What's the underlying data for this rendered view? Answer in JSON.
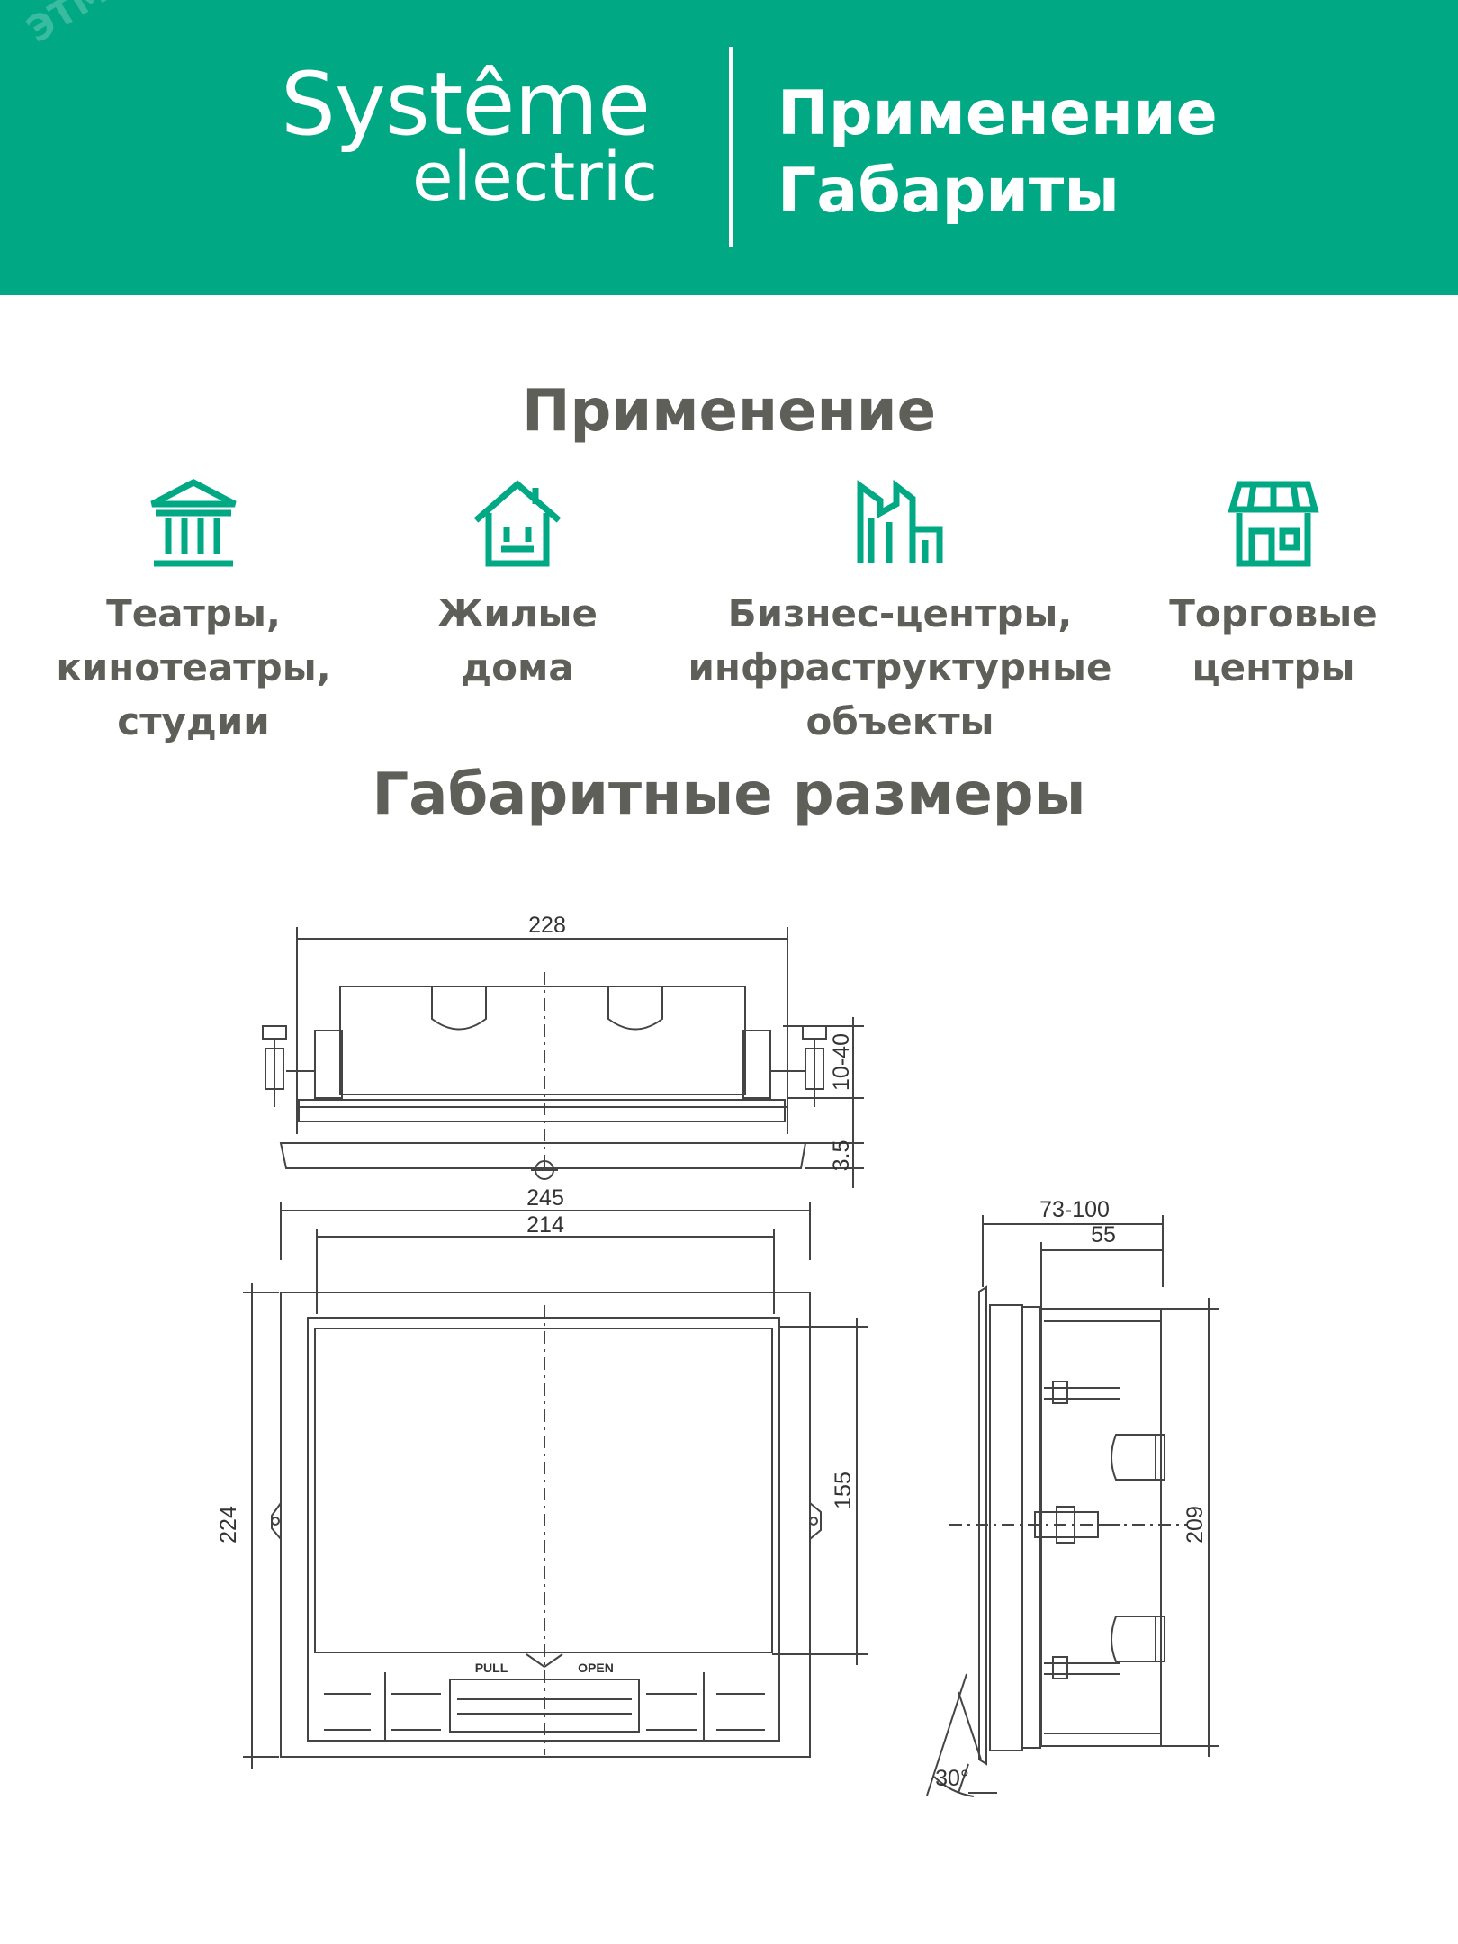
{
  "header": {
    "watermark": "ЭТМ",
    "brand_line1": "Systême",
    "brand_line2": "electric",
    "title_line1": "Применение",
    "title_line2": "Габариты"
  },
  "applications": {
    "title": "Применение",
    "items": [
      {
        "icon": "theater-building-icon",
        "lines": [
          "Театры,",
          "кинотеатры,",
          "студии"
        ]
      },
      {
        "icon": "house-icon",
        "lines": [
          "Жилые",
          "дома"
        ]
      },
      {
        "icon": "business-buildings-icon",
        "lines": [
          "Бизнес-центры,",
          "инфраструктурные",
          "объекты"
        ]
      },
      {
        "icon": "shop-icon",
        "lines": [
          "Торговые",
          "центры"
        ]
      }
    ]
  },
  "dimensions": {
    "title": "Габаритные размеры",
    "top_view": {
      "width_label": "228",
      "height_range": "10-40",
      "lid_label": "3.5"
    },
    "front_view": {
      "outer_width": "245",
      "inner_width": "214",
      "outer_height": "224",
      "inner_height": "155",
      "pull_label": "PULL",
      "open_label": "OPEN"
    },
    "side_view": {
      "depth_range": "73-100",
      "body_depth": "55",
      "height": "209",
      "angle": "30°"
    }
  },
  "colors": {
    "brand_green": "#00a884",
    "text_gray": "#5f5f5a",
    "line": "#444444"
  }
}
